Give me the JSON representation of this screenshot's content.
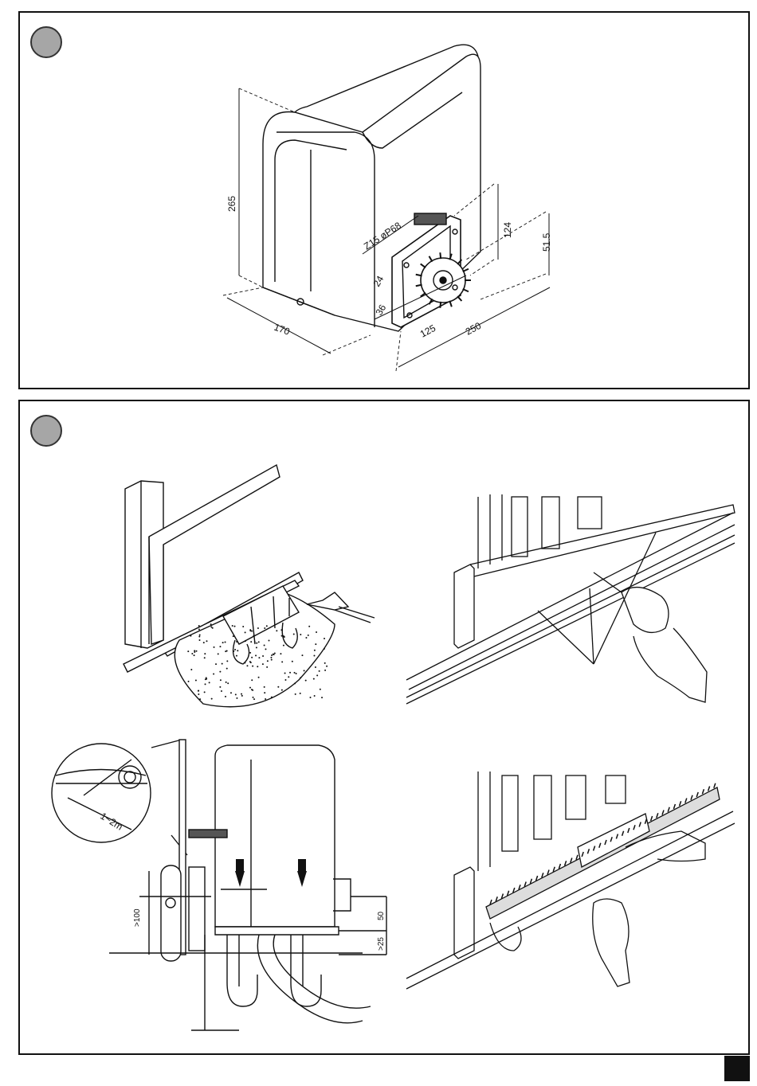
{
  "step1": {
    "dimensions": {
      "height": "265",
      "depth": "170",
      "width": "250",
      "pinion_offset": "125",
      "pinion_height": "124",
      "pinion_center": "51.5",
      "pinion_spec": "Z15 øP68",
      "plate_a": "24",
      "plate_b": "36"
    }
  },
  "step2": {
    "detail_label": "1~2m",
    "dimensions": {
      "wheel_height": ">100",
      "plate_height": "50",
      "base_height": ">25"
    }
  }
}
